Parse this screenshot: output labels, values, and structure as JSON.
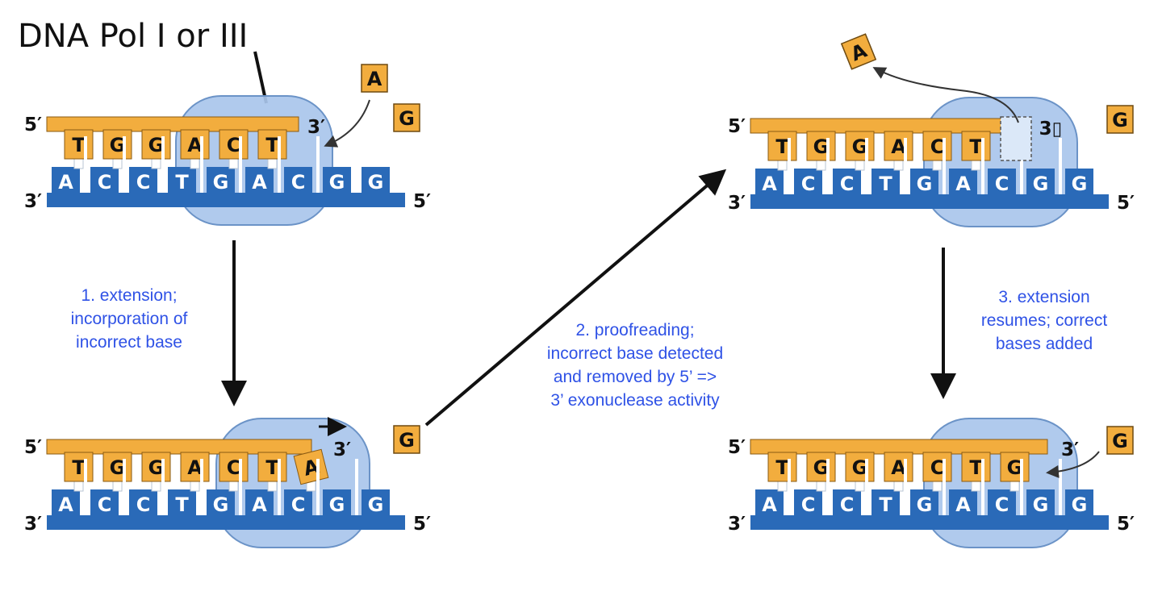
{
  "title": "DNA Pol I or III",
  "colors": {
    "top_strand": "#f2ad3e",
    "bottom_strand": "#2a6ab8",
    "enzyme": "#a9c6ec",
    "enzyme_stroke": "#6b93c7",
    "caption": "#2f52e6",
    "text": "#111111"
  },
  "ends": {
    "p5": "5′",
    "p3": "3′",
    "p3_glitch": "3▯"
  },
  "template_bases": [
    "A",
    "C",
    "C",
    "T",
    "G",
    "A",
    "C",
    "G",
    "G"
  ],
  "panels": {
    "p1": {
      "synth": [
        "T",
        "G",
        "G",
        "A",
        "C",
        "T"
      ],
      "free": [
        "A",
        "G"
      ]
    },
    "p2": {
      "synth": [
        "T",
        "G",
        "G",
        "A",
        "C",
        "T",
        "A"
      ],
      "free": [
        "G"
      ]
    },
    "p3": {
      "synth": [
        "T",
        "G",
        "G",
        "A",
        "C",
        "T"
      ],
      "free": [
        "A",
        "G"
      ]
    },
    "p4": {
      "synth": [
        "T",
        "G",
        "G",
        "A",
        "C",
        "T",
        "G"
      ],
      "free": [
        "G"
      ]
    }
  },
  "captions": {
    "step1": [
      "1. extension;",
      "incorporation of",
      "incorrect base"
    ],
    "step2": [
      "2. proofreading;",
      "incorrect base detected",
      "and removed by 5’ =>",
      "3’ exonuclease activity"
    ],
    "step3": [
      "3. extension",
      "resumes; correct",
      "bases added"
    ]
  }
}
